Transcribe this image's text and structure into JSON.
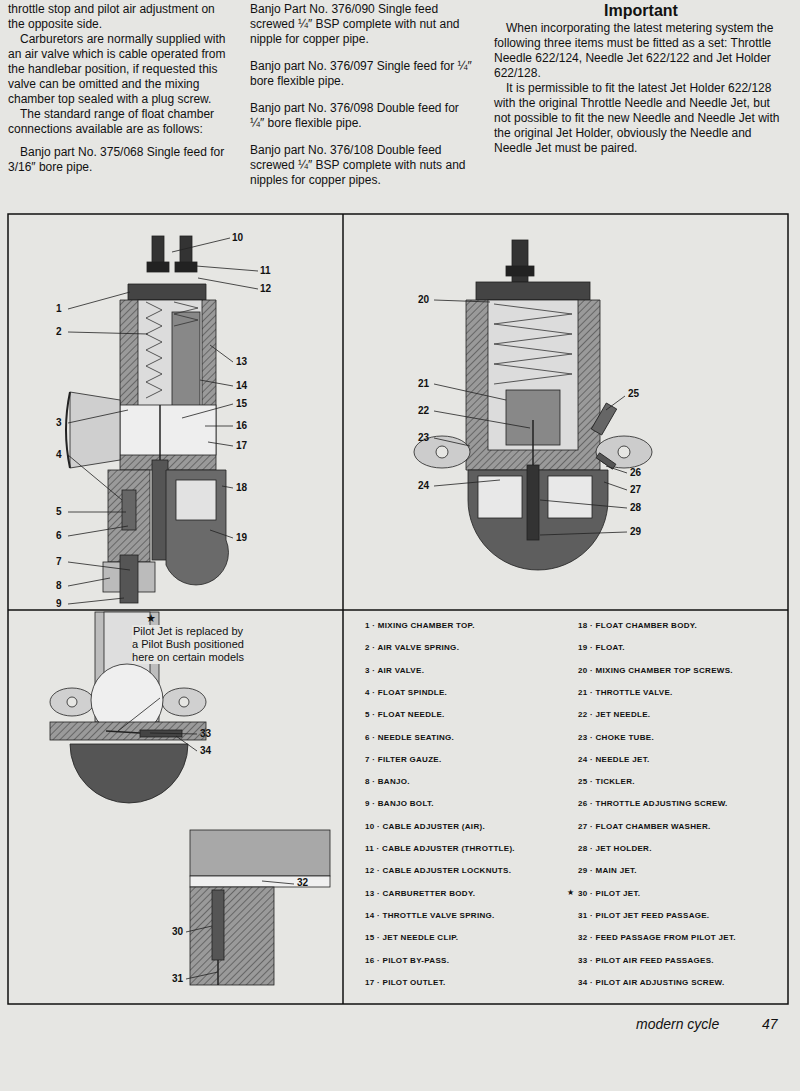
{
  "diagram": {
    "labels": [
      "throttle stop and pilot air adjustment on the opposite side.",
      "Carburetors are normally supplied with an air valve which is cable operated from the handlebar position, if requested this valve can be omitted and the mixing chamber top sealed with a plug screw.",
      "The standard range of float chamber connections available are as follows:",
      "Banjo part No. 375/068 Single feed for 3/16″ bore pipe.",
      "Banjo Part No. 376/090 Single feed screwed ¼″ BSP complete with nut and nipple for copper pipe.",
      "Banjo part No. 376/097 Single feed for ¼″ bore flexible pipe.",
      "Banjo part No. 376/098 Double feed for ¼″ bore flexible pipe.",
      "Banjo part No. 376/108 Double feed screwed ¼″ BSP complete with nuts and nipples for copper pipes.",
      "Important",
      "When incorporating the latest metering system the following three items must be fitted as a set: Throttle Needle 622/124, Needle Jet 622/122 and Jet Holder 622/128.",
      "It is permissible to fit the latest Jet Holder 622/128 with the original Throttle Needle and Needle Jet, but not possible to fit the new Needle and Needle Jet with the original Jet Holder, obviously the Needle and Needle Jet must be paired.",
      "10",
      "11",
      "12",
      "1",
      "2",
      "13",
      "14",
      "15",
      "16",
      "17",
      "3",
      "4",
      "18",
      "5",
      "6",
      "19",
      "7",
      "8",
      "9",
      "20",
      "21",
      "22",
      "23",
      "25",
      "24",
      "26",
      "27",
      "28",
      "29",
      "★",
      "Pilot Jet is replaced by a Pilot Bush positioned here on certain models",
      "33",
      "34",
      "32",
      "30",
      "31",
      "1 · MIXING CHAMBER TOP.",
      "2 · AIR VALVE SPRING.",
      "3 · AIR VALVE.",
      "4 · FLOAT SPINDLE.",
      "5 · FLOAT NEEDLE.",
      "6 · NEEDLE SEATING.",
      "7 · FILTER GAUZE.",
      "8 · BANJO.",
      "9 · BANJO BOLT.",
      "10 · CABLE ADJUSTER (AIR).",
      "11 · CABLE ADJUSTER (THROTTLE).",
      "12 · CABLE ADJUSTER LOCKNUTS.",
      "13 · CARBURETTER BODY.",
      "14 · THROTTLE VALVE SPRING.",
      "15 · JET NEEDLE CLIP.",
      "16 · PILOT BY-PASS.",
      "17 · PILOT OUTLET.",
      "18 · FLOAT CHAMBER BODY.",
      "19 · FLOAT.",
      "20 · MIXING CHAMBER TOP SCREWS.",
      "21 · THROTTLE VALVE.",
      "22 · JET NEEDLE.",
      "23 · CHOKE TUBE.",
      "24 · NEEDLE JET.",
      "25 · TICKLER.",
      "26 · THROTTLE ADJUSTING SCREW.",
      "27 · FLOAT CHAMBER WASHER.",
      "28 · JET HOLDER.",
      "29 · MAIN JET.",
      "★",
      "30 · PILOT JET.",
      "31 · PILOT JET FEED PASSAGE.",
      "32 · FEED PASSAGE FROM PILOT JET.",
      "33 · PILOT AIR FEED PASSAGES.",
      "34 · PILOT AIR ADJUSTING SCREW.",
      "modern cycle",
      "47"
    ]
  }
}
